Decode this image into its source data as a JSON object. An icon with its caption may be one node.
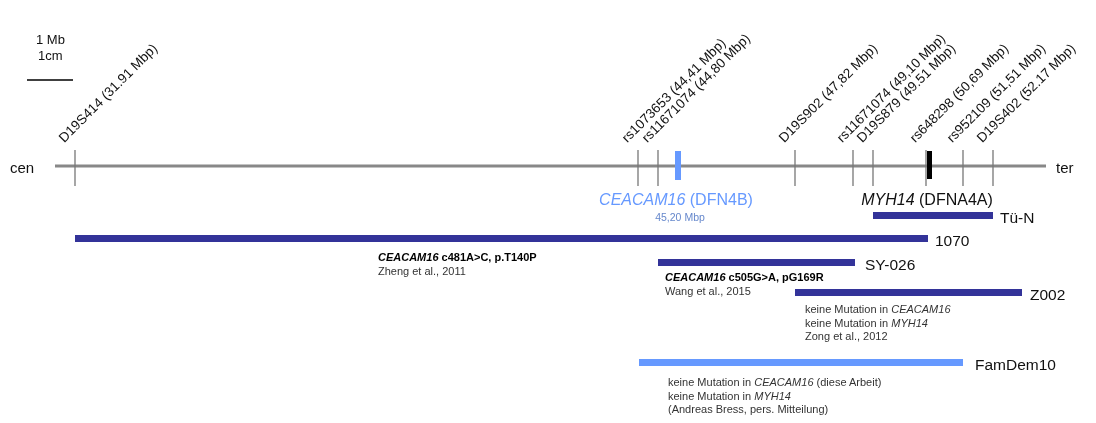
{
  "diagram": {
    "nodes": [
      {
        "text": [],
        "shape": "bar",
        "beside": [
          "Tü-N"
        ]
      },
      {
        "text": [],
        "shape": "bar",
        "beside": [
          "1070",
          "*CEACAM16* c481A>C, p.T140P",
          "Zheng et al., 2011"
        ]
      },
      {
        "text": [],
        "shape": "bar",
        "beside": [
          "SY-026",
          "*CEACAM16* c505G>A, pG169R",
          "Wang et al., 2015"
        ]
      },
      {
        "text": [],
        "shape": "bar",
        "beside": [
          "Z002",
          "keine Mutation in *CEACAM16*",
          "keine Mutation in *MYH14*",
          "Zong et al., 2012"
        ]
      },
      {
        "text": [],
        "shape": "bar",
        "beside": [
          "FamDem10",
          "keine Mutation in *CEACAM16* (diese Arbeit)",
          "keine Mutation in *MYH14*",
          "(Andreas Bress, pers. Mitteilung)"
        ]
      }
    ],
    "labels": [
      "1 Mb",
      "1cm",
      "D19S414 (31.91 Mbp)",
      "rs1073653 (44,41 Mbp)",
      "rs11671074 (44,80 Mbp)",
      "D19S902 (47,82 Mbp)",
      "rs11671074 (49,10 Mbp)",
      "D19S879 (49.51 Mbp)",
      "rs648298 (50,69 Mbp)",
      "rs952109 (51,51 Mbp)",
      "D19S402 (52.17 Mbp)",
      "cen",
      "ter",
      "*CEACAM16* (DFN4B)",
      "45,20 Mbp",
      "*MYH14* (DFNA4A)"
    ]
  }
}
